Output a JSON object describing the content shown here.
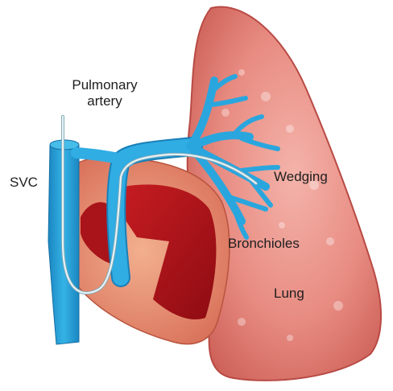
{
  "labels": {
    "svc": "SVC",
    "pulmonary_artery_line1": "Pulmonary",
    "pulmonary_artery_line2": "artery",
    "wedging": "Wedging",
    "bronchioles": "Bronchioles",
    "lung": "Lung"
  },
  "colors": {
    "lung_fill": "#e07a72",
    "lung_edge": "#b84a44",
    "heart_outer": "#e89378",
    "heart_chamber": "#b8141c",
    "vessel_blue": "#29a6dc",
    "vessel_blue_dark": "#1a7fb8",
    "catheter": "#cfe3ea",
    "label_text": "#1e1e1e"
  },
  "icons": {
    "lung": "lung-illustration",
    "heart": "heart-illustration",
    "svc": "superior-vena-cava",
    "pulmonary_artery": "pulmonary-artery-tree",
    "catheter": "swan-ganz-catheter"
  }
}
